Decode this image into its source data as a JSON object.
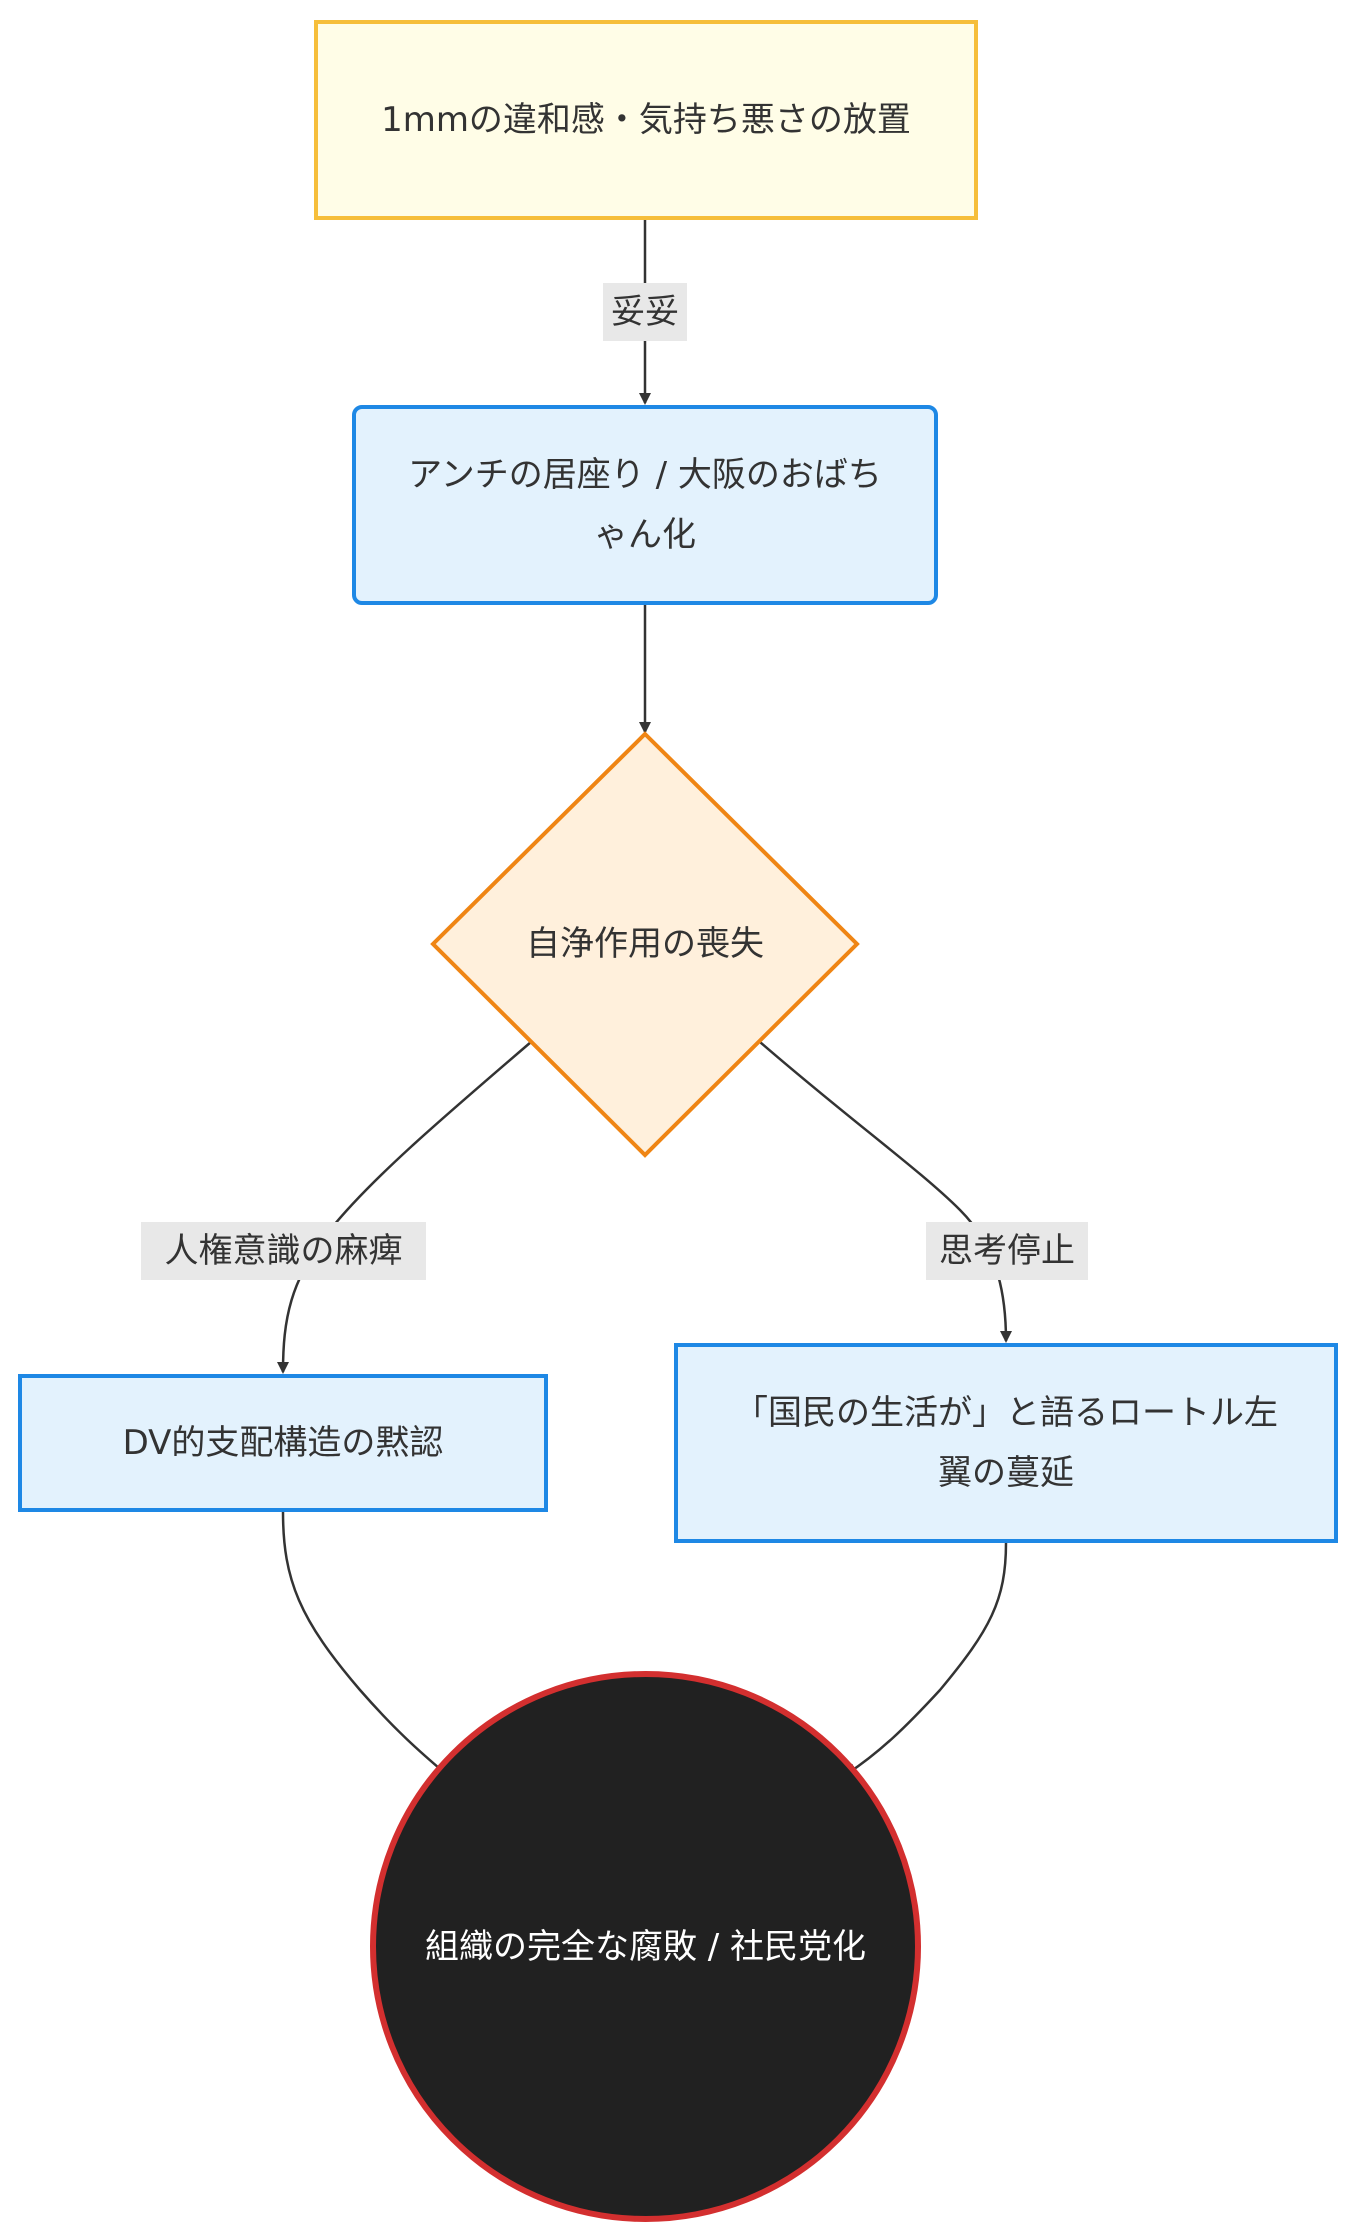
{
  "diagram": {
    "type": "flowchart",
    "direction": "top-down",
    "nodes": [
      {
        "id": "start",
        "label": "1mmの違和感・気持ち悪さの放置",
        "shape": "rectangle"
      },
      {
        "id": "antichi",
        "label": "アンチの居座り / 大阪のおばちゃん化",
        "shape": "rounded-rectangle"
      },
      {
        "id": "decision",
        "label": "自浄作用の喪失",
        "shape": "diamond"
      },
      {
        "id": "dv",
        "label": "DV的支配構造の黙認",
        "shape": "rectangle"
      },
      {
        "id": "roto",
        "label": "「国民の生活が」と語るロートル左翼の蔓延",
        "shape": "rectangle"
      },
      {
        "id": "end",
        "label": "組織の完全な腐敗 / 社民党化",
        "shape": "circle"
      }
    ],
    "edges": [
      {
        "from": "start",
        "to": "antichi",
        "label": "妥妥"
      },
      {
        "from": "antichi",
        "to": "decision",
        "label": ""
      },
      {
        "from": "decision",
        "to": "dv",
        "label": "人権意識の麻痺"
      },
      {
        "from": "decision",
        "to": "roto",
        "label": "思考停止"
      },
      {
        "from": "dv",
        "to": "end",
        "label": ""
      },
      {
        "from": "roto",
        "to": "end",
        "label": ""
      }
    ]
  },
  "colors": {
    "start_fill": "#FFFDE7",
    "start_stroke": "#F6BE3A",
    "process_fill": "#E3F2FD",
    "process_stroke": "#1E88E5",
    "decision_fill": "#FFF0DC",
    "decision_stroke": "#EF8514",
    "end_fill": "#212121",
    "end_stroke": "#D32F2F",
    "edge": "#333333",
    "edge_label_bg": "#E8E8E8"
  }
}
